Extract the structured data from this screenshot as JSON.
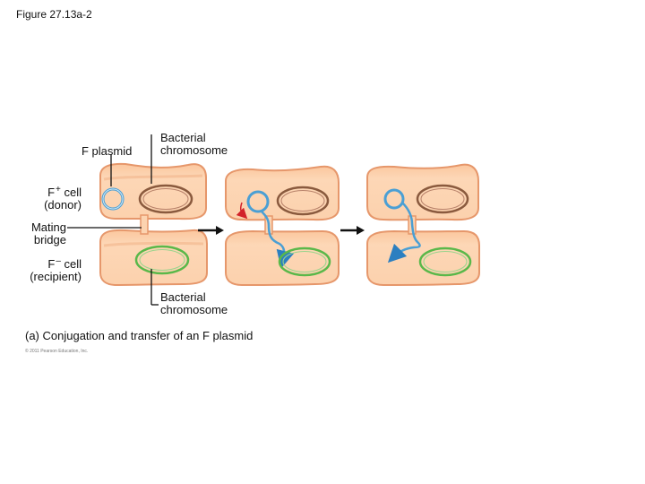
{
  "figure_title": "Figure 27.13a-2",
  "labels": {
    "f_plasmid": "F plasmid",
    "bacterial_chromosome_top": [
      "Bacterial",
      "chromosome"
    ],
    "bacterial_chromosome_bottom": [
      "Bacterial",
      "chromosome"
    ],
    "donor": {
      "prefix": "F",
      "sign": "+",
      "rest": " cell",
      "line2": "(donor)"
    },
    "recipient": {
      "prefix": "F",
      "sign": "–",
      "rest": " cell",
      "line2": "(recipient)"
    },
    "mating_bridge": [
      "Mating",
      "bridge"
    ]
  },
  "caption": "(a) Conjugation and transfer of an F plasmid",
  "copyright": "© 2011 Pearson Education, Inc.",
  "colors": {
    "cell_fill": "#fcd3b0",
    "cell_outline": "#e6976b",
    "plasmid": "#4a9fd4",
    "donor_chromosome": "#8a5a3e",
    "recipient_chromosome": "#5ab84a",
    "arrow": "#111111",
    "rotation_arrow": "#d2232a"
  }
}
